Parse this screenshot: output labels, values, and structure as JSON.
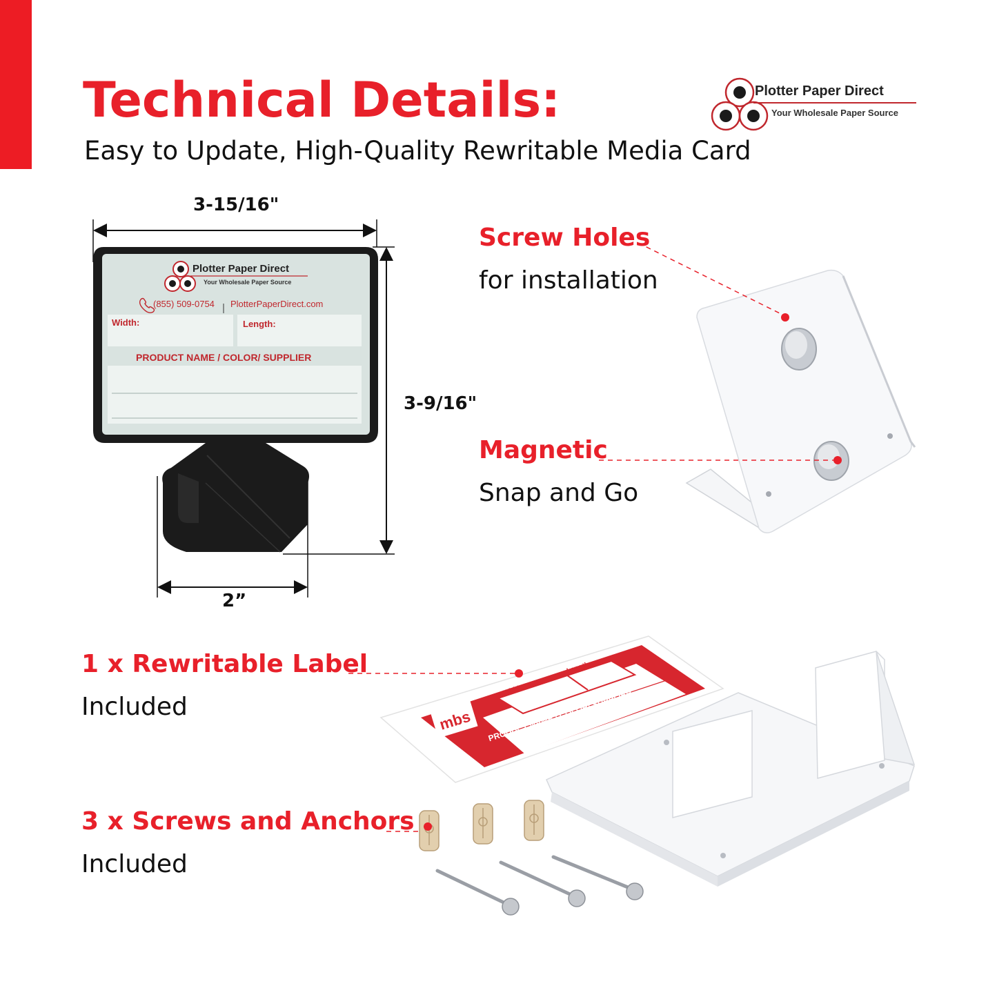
{
  "header": {
    "title": "Technical Details:",
    "subtitle": "Easy to Update, High-Quality Rewritable Media Card"
  },
  "logo": {
    "name": "Plotter Paper Direct",
    "tagline": "Your Wholesale Paper Source"
  },
  "dimensions": {
    "width": "3-15/16\"",
    "height": "3-9/16\"",
    "base_width": "2”"
  },
  "holder_card": {
    "brand": "Plotter Paper Direct",
    "tagline": "Your Wholesale Paper Source",
    "phone": "(855) 509-0754",
    "website": "PlotterPaperDirect.com",
    "width_label": "Width:",
    "length_label": "Length:",
    "product_label": "PRODUCT NAME / COLOR/ SUPPLIER"
  },
  "features": [
    {
      "highlight": "Screw Holes",
      "text": "for installation"
    },
    {
      "highlight": "Magnetic",
      "text": "Snap and Go"
    },
    {
      "highlight": "1 x Rewritable Label",
      "text": "Included"
    },
    {
      "highlight": "3 x Screws and Anchors",
      "text": "Included"
    }
  ],
  "label_card": {
    "width_label": "Width:",
    "length_label": "Length:",
    "product_label": "PRODUCT NAME / COLOR/ SUPPLIER"
  },
  "colors": {
    "accent": "#e8202a",
    "bar": "#ed1c24",
    "holder": "#1b1b1b",
    "card_bg": "#d9e3e0"
  }
}
